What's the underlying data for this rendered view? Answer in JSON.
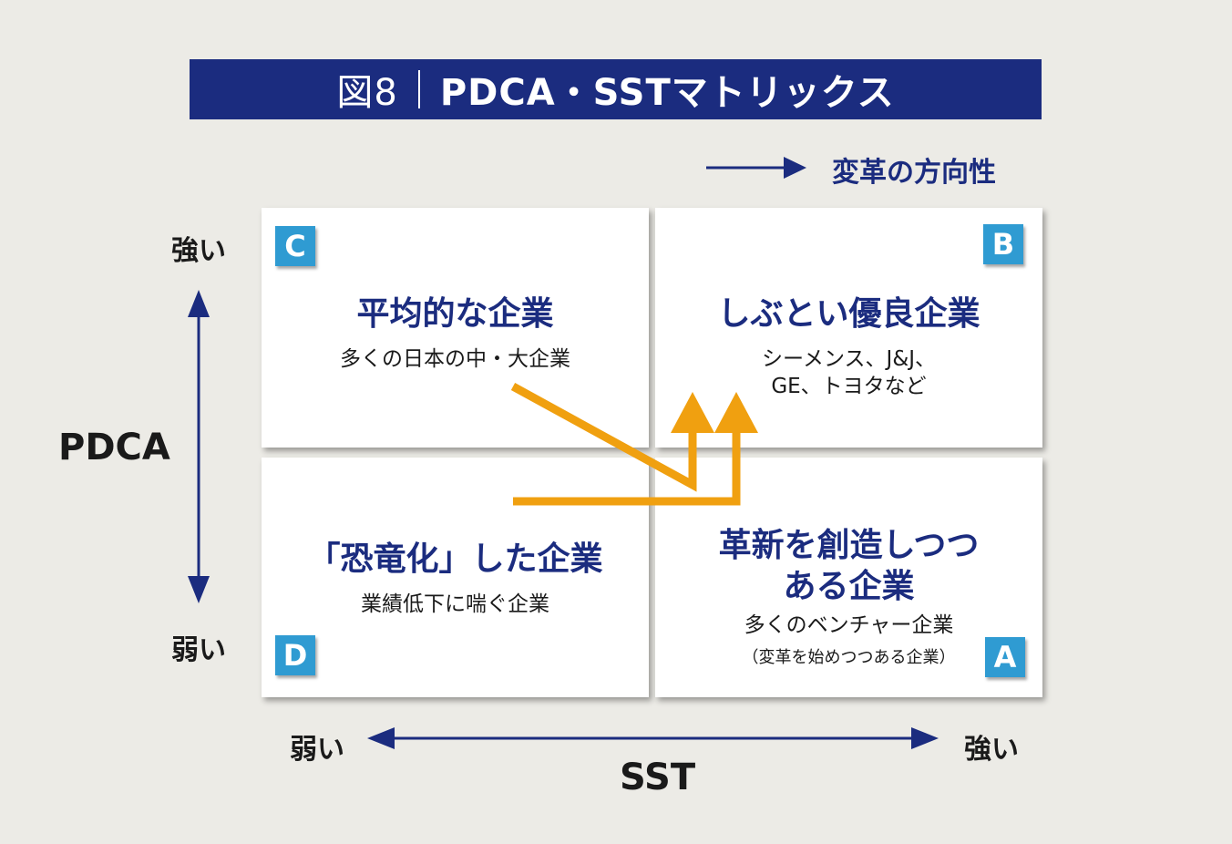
{
  "title": {
    "figure": "図8",
    "text": "PDCA・SSTマトリックス"
  },
  "direction_label": "変革の方向性",
  "axes": {
    "y": {
      "name": "PDCA",
      "high": "強い",
      "low": "弱い"
    },
    "x": {
      "name": "SST",
      "low": "弱い",
      "high": "強い"
    }
  },
  "quadrants": {
    "C": {
      "badge": "C",
      "title": "平均的な企業",
      "subtitle": "多くの日本の中・大企業"
    },
    "B": {
      "badge": "B",
      "title": "しぶとい優良企業",
      "subtitle_line1": "シーメンス、J&J、",
      "subtitle_line2": "GE、トヨタなど"
    },
    "D": {
      "badge": "D",
      "title": "「恐竜化」した企業",
      "subtitle": "業績低下に喘ぐ企業"
    },
    "A": {
      "badge": "A",
      "title_line1": "革新を創造しつつ",
      "title_line2": "ある企業",
      "subtitle": "多くのベンチャー企業",
      "note": "（変革を始めつつある企業）"
    }
  },
  "colors": {
    "navy": "#1b2c7f",
    "badge_blue": "#2f9bd2",
    "orange": "#f0a010"
  }
}
